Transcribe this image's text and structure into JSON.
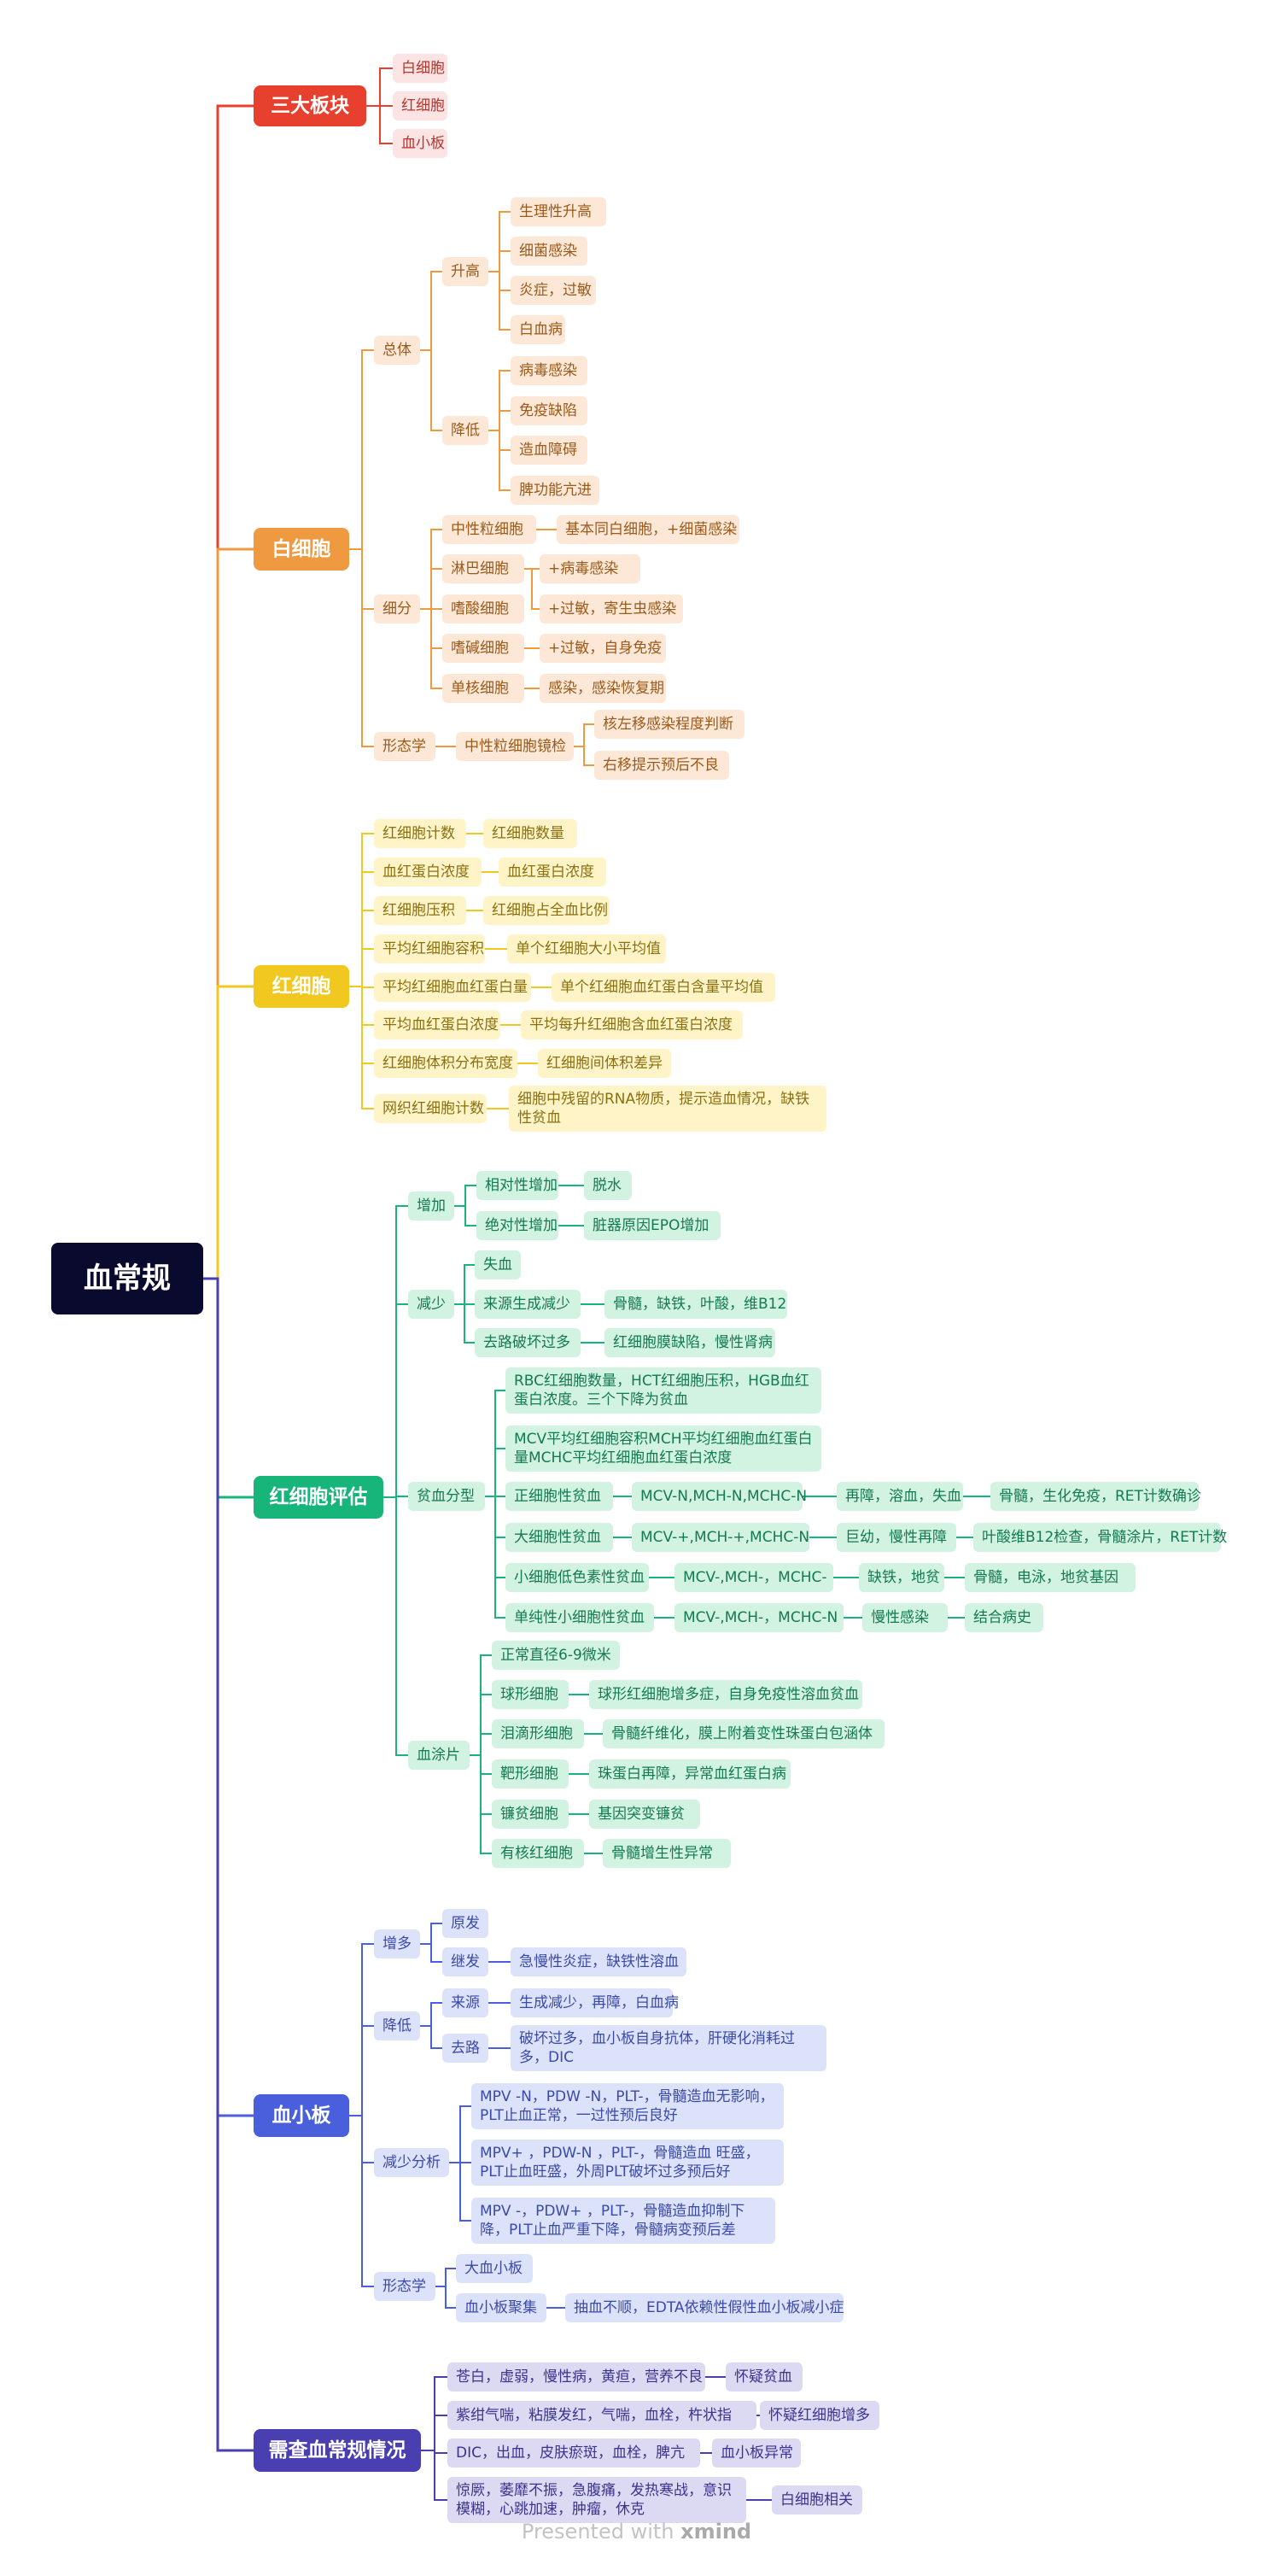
{
  "root": "血常规",
  "branches": [
    {
      "id": "b1",
      "label": "三大板块",
      "color": "#e8402f",
      "fill": "#fde4e4",
      "text": "#b5352d"
    },
    {
      "id": "b2",
      "label": "白细胞",
      "color": "#ef9a40",
      "fill": "#fde8d7",
      "text": "#9a5a1a"
    },
    {
      "id": "b3",
      "label": "红细胞",
      "color": "#f0c820",
      "fill": "#fff4c8",
      "text": "#8a7010"
    },
    {
      "id": "b4",
      "label": "红细胞评估",
      "color": "#17b57a",
      "fill": "#d2f2e2",
      "text": "#137a52"
    },
    {
      "id": "b5",
      "label": "血小板",
      "color": "#4a5fdc",
      "fill": "#dde2fb",
      "text": "#3a4aa8"
    },
    {
      "id": "b6",
      "label": "需查血常规情况",
      "color": "#4a3fb0",
      "fill": "#dcdaf2",
      "text": "#3a3390"
    }
  ],
  "nodes": {
    "n1": "白细胞",
    "n2": "红细胞",
    "n3": "血小板",
    "n4": "总体",
    "n5": "升高",
    "n6": "生理性升高",
    "n7": "细菌感染",
    "n8": "炎症，过敏",
    "n9": "白血病",
    "n10": "降低",
    "n11": "病毒感染",
    "n12": "免疫缺陷",
    "n13": "造血障碍",
    "n14": "脾功能亢进",
    "n15": "细分",
    "n16": "中性粒细胞",
    "n17": "基本同白细胞，+细菌感染",
    "n18": "淋巴细胞",
    "n19": "+病毒感染",
    "n20": "嗜酸细胞",
    "n21": "+过敏，寄生虫感染",
    "n22": "嗜碱细胞",
    "n23": "+过敏，自身免疫",
    "n24": "单核细胞",
    "n25": "感染，感染恢复期",
    "n26": "形态学",
    "n27": "中性粒细胞镜检",
    "n28": "核左移感染程度判断",
    "n29": "右移提示预后不良",
    "n30": "红细胞计数",
    "n31": "红细胞数量",
    "n32": "血红蛋白浓度",
    "n33": "血红蛋白浓度",
    "n34": "红细胞压积",
    "n35": "红细胞占全血比例",
    "n36": "平均红细胞容积",
    "n37": "单个红细胞大小平均值",
    "n38": "平均红细胞血红蛋白量",
    "n39": "单个红细胞血红蛋白含量平均值",
    "n40": "平均血红蛋白浓度",
    "n41": "平均每升红细胞含血红蛋白浓度",
    "n42": "红细胞体积分布宽度",
    "n43": "红细胞间体积差异",
    "n44": "网织红细胞计数",
    "n45": "细胞中残留的RNA物质，提示造血情况，缺铁性贫血",
    "n46": "增加",
    "n47": "相对性增加",
    "n48": "脱水",
    "n49": "绝对性增加",
    "n50": "脏器原因EPO增加",
    "n51": "减少",
    "n52": "失血",
    "n53": "来源生成减少",
    "n54": "骨髓，缺铁，叶酸，维B12",
    "n55": "去路破坏过多",
    "n56": "红细胞膜缺陷，慢性肾病",
    "n57": "贫血分型",
    "n58": "RBC红细胞数量，HCT红细胞压积，HGB血红蛋白浓度。三个下降为贫血",
    "n59": "MCV平均红细胞容积MCH平均红细胞血红蛋白量MCHC平均红细胞血红蛋白浓度",
    "n60": "正细胞性贫血",
    "n61": "MCV-N,MCH-N,MCHC-N",
    "n62": "再障，溶血，失血",
    "n63": "骨髓，生化免疫，RET计数确诊",
    "n64": "大细胞性贫血",
    "n65": "MCV-+,MCH-+,MCHC-N",
    "n66": "巨幼，慢性再障",
    "n67": "叶酸维B12检查，骨髓涂片，RET计数",
    "n68": "小细胞低色素性贫血",
    "n69": "MCV-,MCH-，MCHC-",
    "n70": "缺铁，地贫",
    "n71": "骨髓，电泳，地贫基因",
    "n72": "单纯性小细胞性贫血",
    "n73": "MCV-,MCH-，MCHC-N",
    "n74": "慢性感染",
    "n75": "结合病史",
    "n76": "血涂片",
    "n77": "正常直径6-9微米",
    "n78": "球形细胞",
    "n79": "球形红细胞增多症，自身免疫性溶血贫血",
    "n80": "泪滴形细胞",
    "n81": "骨髓纤维化，膜上附着变性珠蛋白包涵体",
    "n82": "靶形细胞",
    "n83": "珠蛋白再障，异常血红蛋白病",
    "n84": "镰贫细胞",
    "n85": "基因突变镰贫",
    "n86": "有核红细胞",
    "n87": "骨髓增生性异常",
    "n88": "增多",
    "n89": "原发",
    "n90": "继发",
    "n91": "急慢性炎症，缺铁性溶血",
    "n92": "降低",
    "n93": "来源",
    "n94": "生成减少，再障，白血病",
    "n95": "去路",
    "n96": "破坏过多，血小板自身抗体，肝硬化消耗过多，DIC",
    "n97": "减少分析",
    "n98": "MPV -N，PDW -N，PLT-，骨髓造血无影响，PLT止血正常，一过性预后良好",
    "n99": "MPV+ ，PDW-N ，PLT-，骨髓造血 旺盛，PLT止血旺盛，外周PLT破坏过多预后好",
    "n100": "MPV -，PDW+ ，PLT-，骨髓造血抑制下降，PLT止血严重下降，骨髓病变预后差",
    "n101": "形态学",
    "n102": "大血小板",
    "n103": "血小板聚集",
    "n104": "抽血不顺，EDTA依赖性假性血小板减小症",
    "n105": "苍白，虚弱，慢性病，黄疸，营养不良",
    "n106": "怀疑贫血",
    "n107": "紫绀气喘，粘膜发红，气喘，血栓，杵状指",
    "n108": "怀疑红细胞增多",
    "n109": "DIC，出血，皮肤瘀斑，血栓，脾亢",
    "n110": "血小板异常",
    "n111": "惊厥，萎靡不振，急腹痛，发热寒战，意识模糊，心跳加速，肿瘤，休克",
    "n112": "白细胞相关"
  },
  "footer": {
    "prefix": "Presented with",
    "brand": "xmind"
  }
}
